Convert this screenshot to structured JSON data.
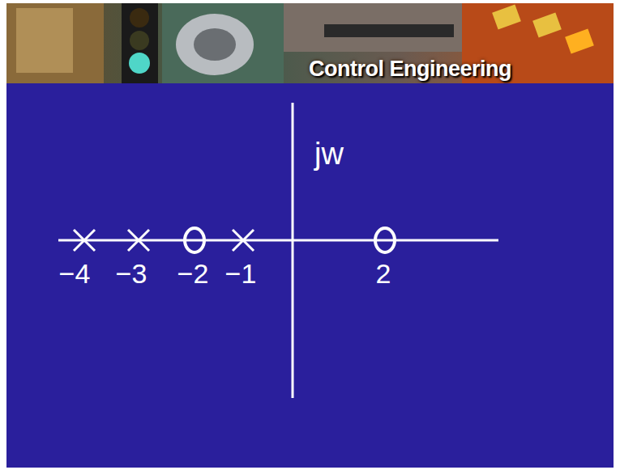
{
  "diagram": {
    "labels": [
      "Control Engineering",
      "jw",
      "−4",
      "−3",
      "−2",
      "−1",
      "2"
    ]
  }
}
